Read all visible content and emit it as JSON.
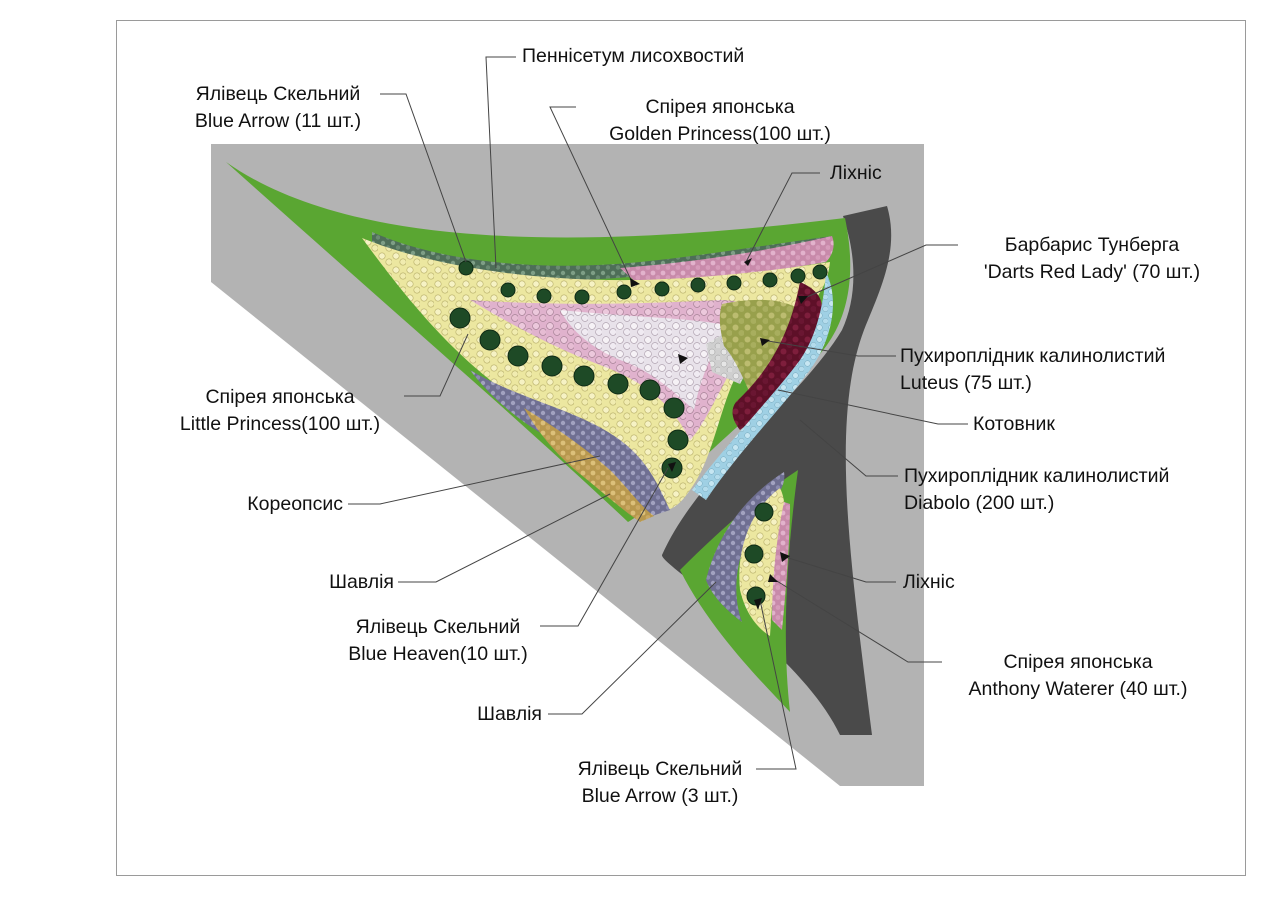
{
  "labels": {
    "pennisetum": "Пеннісетум лисохвостий",
    "juniper_top": [
      "Ялівець Скельний",
      "Blue Arrow (11 шт.)"
    ],
    "spirea_golden": [
      "Спірея японська",
      "Golden Princess(100 шт.)"
    ],
    "lychnis_top": "Ліхніс",
    "barberry": [
      "Барбарис Тунберга",
      "'Darts Red Lady' (70 шт.)"
    ],
    "physocarpus_luteus": [
      "Пухироплідник калинолистий",
      "Luteus (75 шт.)"
    ],
    "spirea_little": [
      "Спірея японська",
      "Little Princess(100 шт.)"
    ],
    "nepeta": "Котовник",
    "physocarpus_diabolo": [
      "Пухироплідник калинолистий",
      "Diabolo (200 шт.)"
    ],
    "coreopsis": "Кореопсис",
    "salvia_1": "Шавлія",
    "lychnis_bottom": "Ліхніс",
    "juniper_heaven": [
      "Ялівець Скельний",
      "Blue Heaven(10 шт.)"
    ],
    "spirea_anthony": [
      "Спірея японська",
      "Anthony Waterer (40 шт.)"
    ],
    "salvia_2": "Шавлія",
    "juniper_bottom": [
      "Ялівець Скельний",
      "Blue Arrow (3 шт.)"
    ]
  },
  "colors": {
    "pavement": "#b3b3b3",
    "lawn": "#5aa632",
    "road": "#4a4a4a",
    "spirea_yellow": "#ece7a0",
    "spirea_pink": "#e0b2cd",
    "barberry": "#6e1530",
    "physocarpus_luteus": "#a9ac5c",
    "nepeta": "#a9d6e8",
    "salvia": "#7f7fa4",
    "coreopsis": "#c8a860",
    "lychnis": "#d49ab8",
    "pennisetum": "#5a7a62",
    "juniper": "#1e4a26",
    "leader": "#444444"
  }
}
